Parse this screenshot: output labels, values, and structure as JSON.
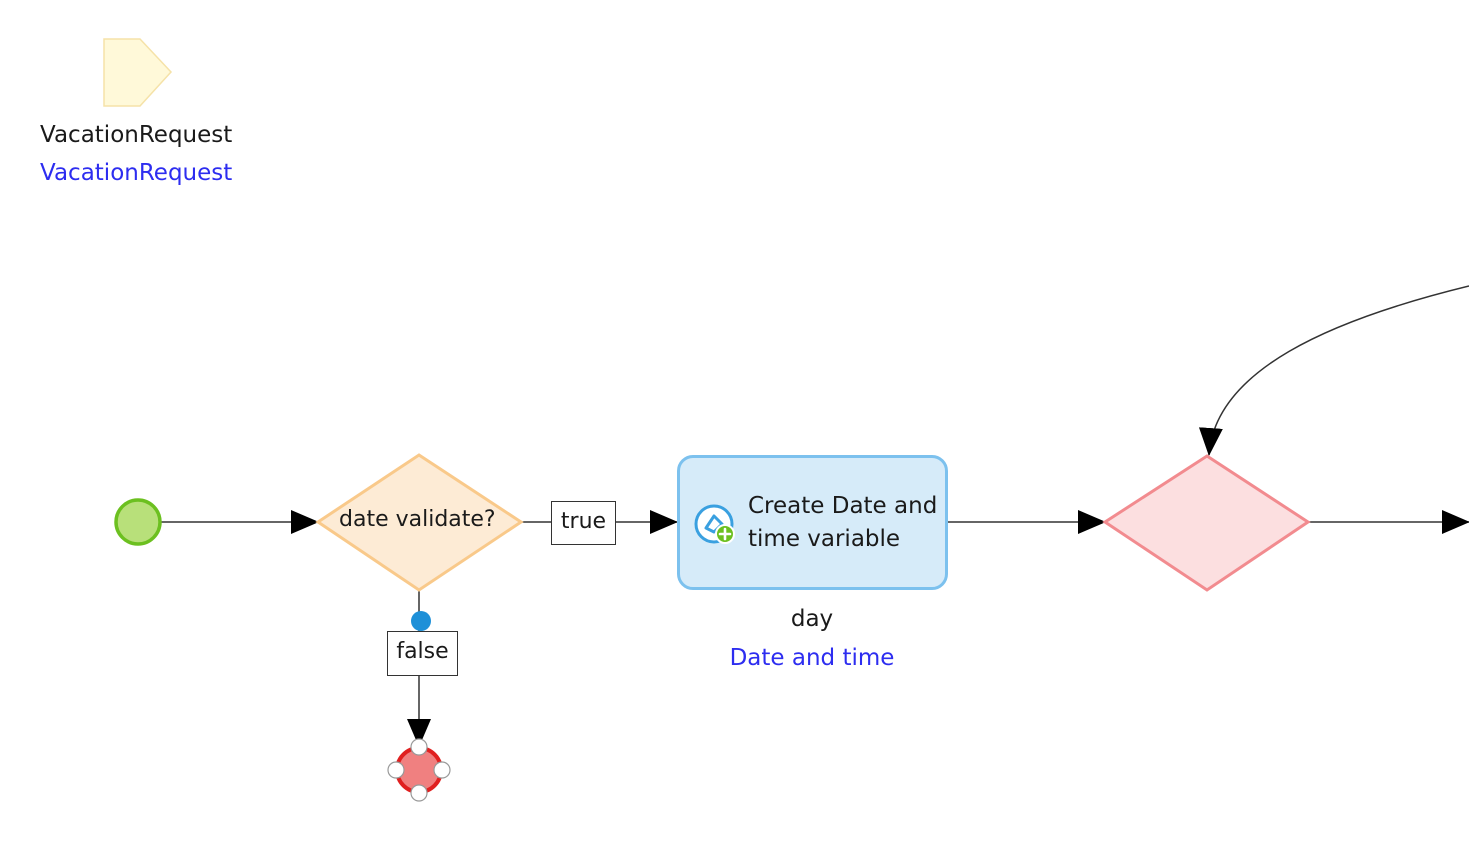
{
  "parameter": {
    "name": "VacationRequest",
    "type": "VacationRequest"
  },
  "decision": {
    "label": "date validate?"
  },
  "edges": {
    "true_label": "true",
    "false_label": "false"
  },
  "activity": {
    "label": "Create Date and time variable",
    "variable_name": "day",
    "variable_type": "Date and time",
    "icon": "create-variable-icon"
  },
  "colors": {
    "start_fill": "#b8e07a",
    "start_stroke": "#6cc020",
    "decision_fill": "#fdebd5",
    "decision_stroke": "#f9c98a",
    "merge_fill": "#fcdfe0",
    "merge_stroke": "#f28b8f",
    "activity_fill": "#d6ebf9",
    "activity_stroke": "#7cc1ee",
    "end_fill": "#f08080",
    "end_stroke": "#e02020",
    "type_text": "#2d2df0"
  }
}
